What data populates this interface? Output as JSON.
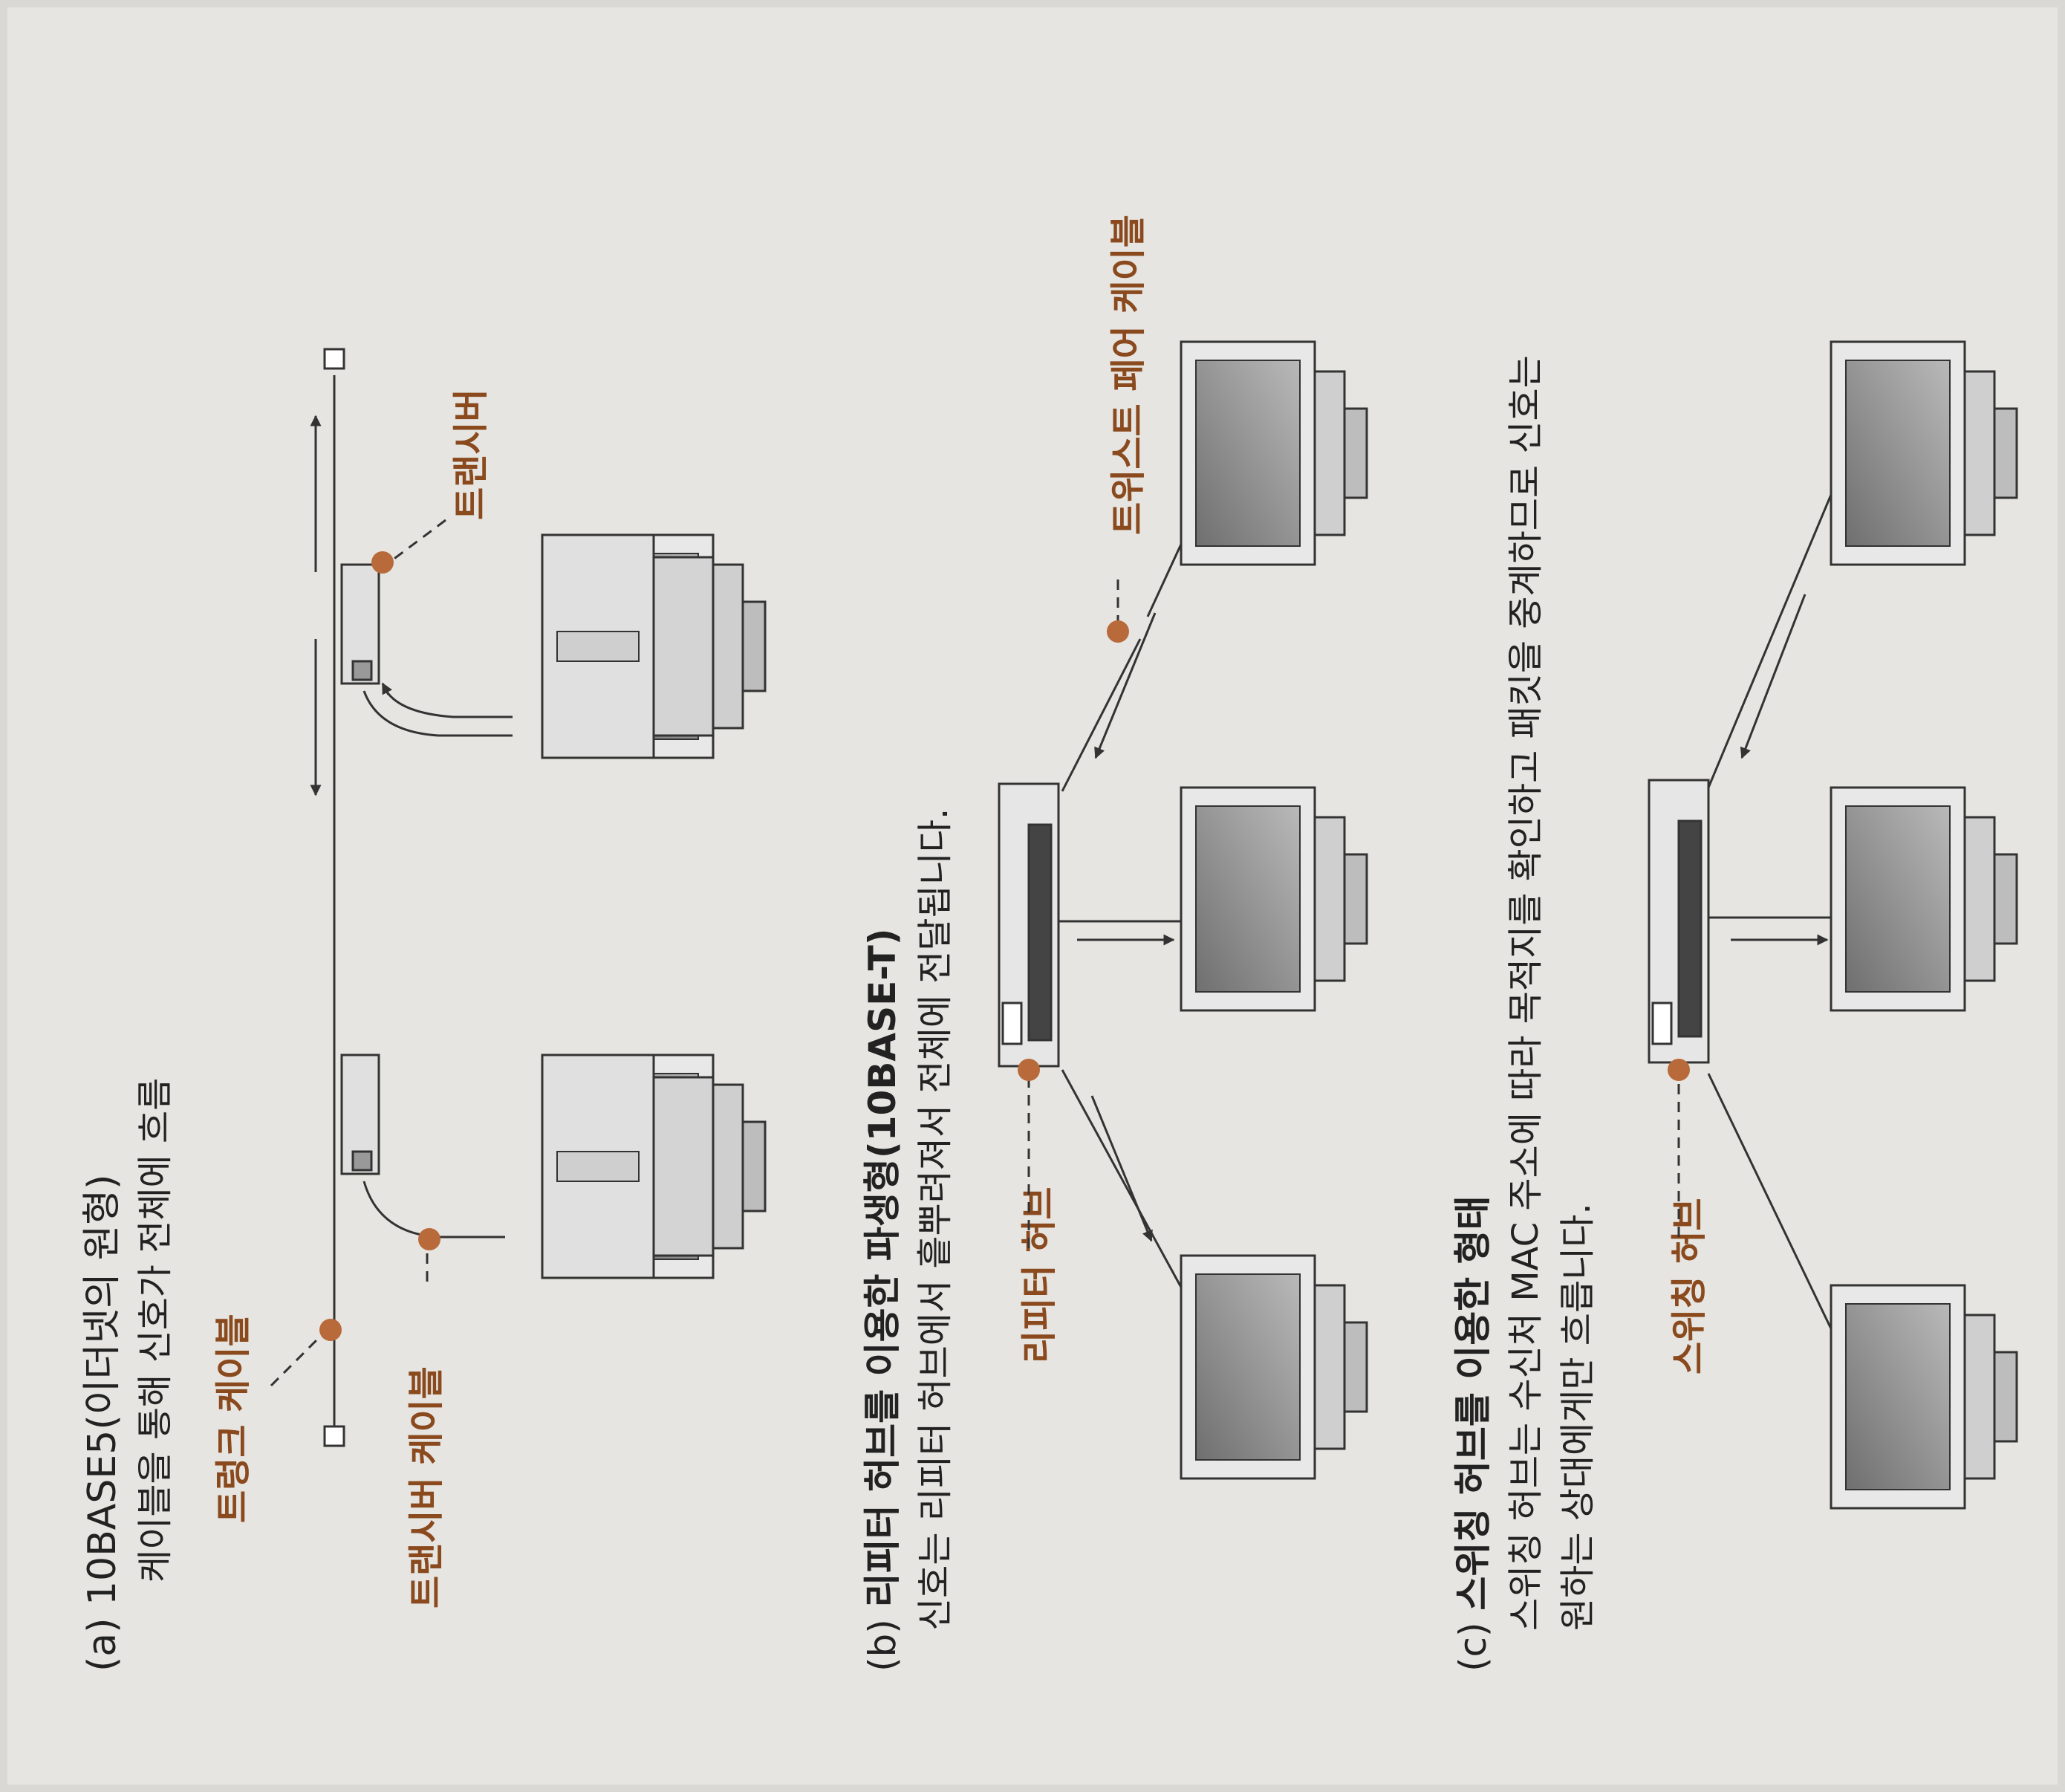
{
  "colors": {
    "paper": "#e6e5e1",
    "accent": "#8a4a1e",
    "dot": "#b86a3a",
    "line": "#333333"
  },
  "a": {
    "title": "(a) 10BASE5(이더넷의 원형)",
    "desc": "케이블을 통해 신호가 전체에 흐름",
    "label_trunk": "트렁크 케이블",
    "label_tcable": "트랜시버 케이블",
    "label_transceiver": "트랜시버"
  },
  "b": {
    "title_lead": "(b) ",
    "title_bold": "리피터 허브를 이용한 파생형(10BASE-T)",
    "desc": "신호는 리피터 허브에서 흩뿌려져서 전체에 전달됩니다.",
    "label_hub": "리피터 허브",
    "label_twisted": "트위스트 페어 케이블"
  },
  "c": {
    "title_lead": "(c) ",
    "title_bold": "스위칭 허브를 이용한 형태",
    "desc1": "스위칭 허브는 수신처 MAC 주소에 따라 목적지를 확인하고 패킷을 중계하므로 신호는",
    "desc2": "원하는 상대에게만 흐릅니다.",
    "label_hub": "스위칭 허브"
  }
}
